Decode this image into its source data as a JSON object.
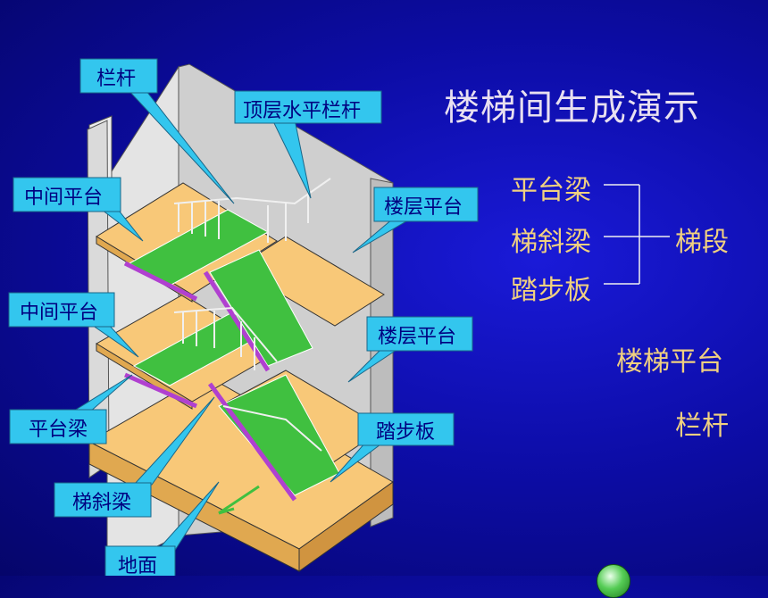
{
  "title": "楼梯间生成演示",
  "callouts": {
    "railing": "栏杆",
    "top_rail": "顶层水平栏杆",
    "mid_platform_1": "中间平台",
    "floor_platform_1": "楼层平台",
    "mid_platform_2": "中间平台",
    "floor_platform_2": "楼层平台",
    "platform_beam": "平台梁",
    "tread": "踏步板",
    "stringer": "梯斜梁",
    "ground": "地面"
  },
  "legend": {
    "items": [
      "平台梁",
      "梯斜梁",
      "踏步板"
    ],
    "group": "梯段",
    "extra": [
      "楼梯平台",
      "栏杆"
    ]
  },
  "colors": {
    "background": "#0d0da8",
    "callout_fill": "#33c6ee",
    "callout_text": "#000080",
    "title": "#e8e0f0",
    "side_text": "#f0d080",
    "platform": "#f8c878",
    "wall": "#d8d8d8",
    "steps": "#40c040",
    "beam": "#b040d0"
  }
}
